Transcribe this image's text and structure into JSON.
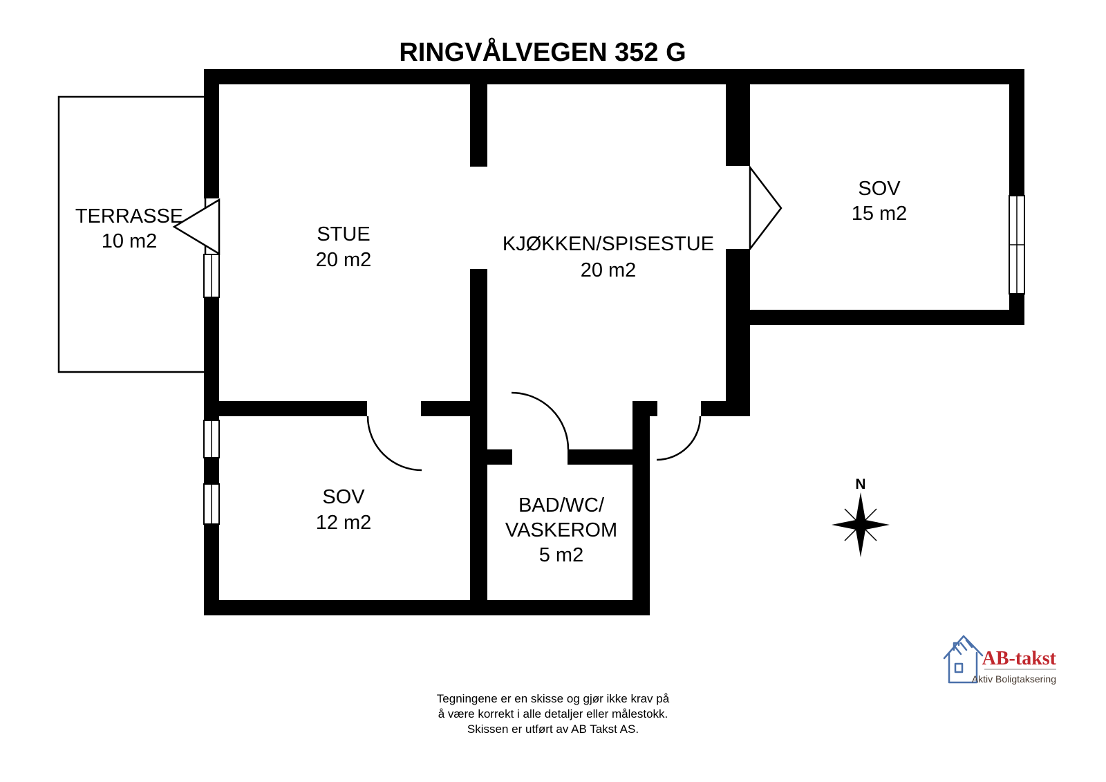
{
  "title": "RINGVÅLVEGEN 352 G",
  "rooms": {
    "terrasse": {
      "name": "TERRASSE",
      "area": "10 m2"
    },
    "stue": {
      "name": "STUE",
      "area": "20 m2"
    },
    "kjokken": {
      "name": "KJØKKEN/SPISESTUE",
      "area": "20 m2"
    },
    "sov15": {
      "name": "SOV",
      "area": "15 m2"
    },
    "sov12": {
      "name": "SOV",
      "area": "12 m2"
    },
    "bad": {
      "name_line1": "BAD/WC/",
      "name_line2": "VASKEROM",
      "area": "5 m2"
    }
  },
  "compass": {
    "north_label": "N"
  },
  "logo": {
    "brand": "AB-takst",
    "tagline": "Aktiv Boligtaksering"
  },
  "disclaimer": {
    "line1": "Tegningene er en skisse og gjør ikke krav på",
    "line2": "å være korrekt i alle detaljer eller målestokk.",
    "line3": "Skissen er utført av AB Takst AS."
  },
  "colors": {
    "wall": "#000000",
    "logo_red": "#c0272d",
    "logo_blue": "#4a70aa"
  }
}
